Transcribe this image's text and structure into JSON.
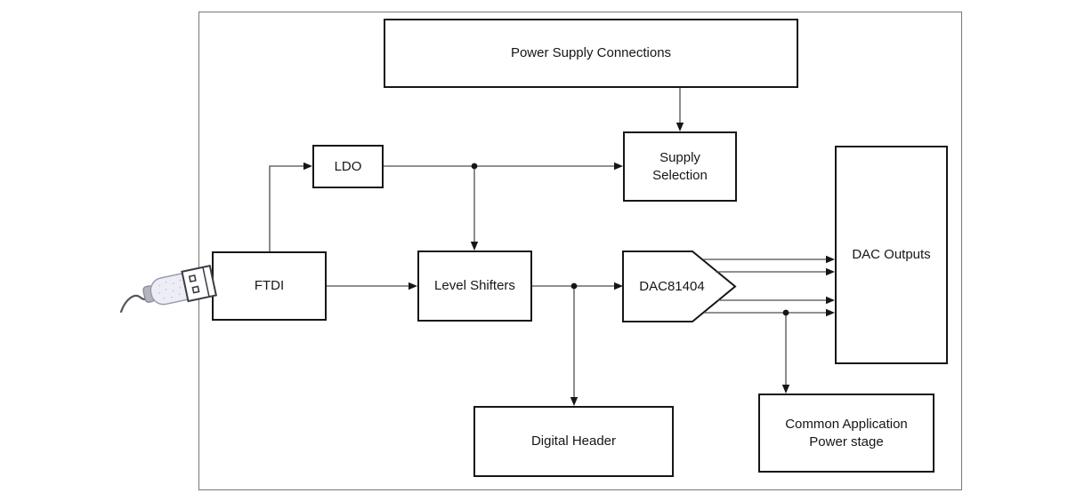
{
  "diagram": {
    "type": "block-diagram",
    "blocks": {
      "power_supply_connections": {
        "label": "Power Supply Connections"
      },
      "ldo": {
        "label": "LDO"
      },
      "supply_selection": {
        "label": "Supply\nSelection"
      },
      "ftdi": {
        "label": "FTDI"
      },
      "level_shifters": {
        "label": "Level Shifters"
      },
      "dac81404": {
        "label": "DAC81404"
      },
      "dac_outputs": {
        "label": "DAC Outputs"
      },
      "digital_header": {
        "label": "Digital Header"
      },
      "common_application_power_stage": {
        "label": "Common Application\nPower stage"
      }
    },
    "icons": {
      "usb_connector": "usb-connector-icon"
    },
    "connections": [
      {
        "from": "Power Supply Connections",
        "to": "Supply Selection",
        "arrows": 1
      },
      {
        "from": "FTDI",
        "to": "LDO",
        "arrows": 1
      },
      {
        "from": "LDO",
        "to": "Supply Selection",
        "arrows": 1
      },
      {
        "from": "LDO",
        "to": "Level Shifters",
        "arrows": 1
      },
      {
        "from": "FTDI",
        "to": "Level Shifters",
        "arrows": 1
      },
      {
        "from": "Level Shifters",
        "to": "DAC81404",
        "arrows": 1
      },
      {
        "from": "Level Shifters",
        "to": "Digital Header",
        "arrows": 1
      },
      {
        "from": "DAC81404",
        "to": "DAC Outputs",
        "arrows": 4
      },
      {
        "from": "DAC81404",
        "to": "Common Application Power stage",
        "arrows": 1
      },
      {
        "from": "USB",
        "to": "FTDI",
        "arrows": 0
      }
    ],
    "colors": {
      "background": "#ffffff",
      "box_border": "#161616",
      "text": "#161616",
      "connector_line": "#4d4d4d",
      "arrowhead": "#161616",
      "outer_border": "#79796f",
      "usb_body_fill": "#ecedf5",
      "usb_body_outline": "#9a9ab2",
      "usb_shell_outline": "#3c3c44",
      "usb_strain_relief": "#b4b4bc"
    }
  }
}
